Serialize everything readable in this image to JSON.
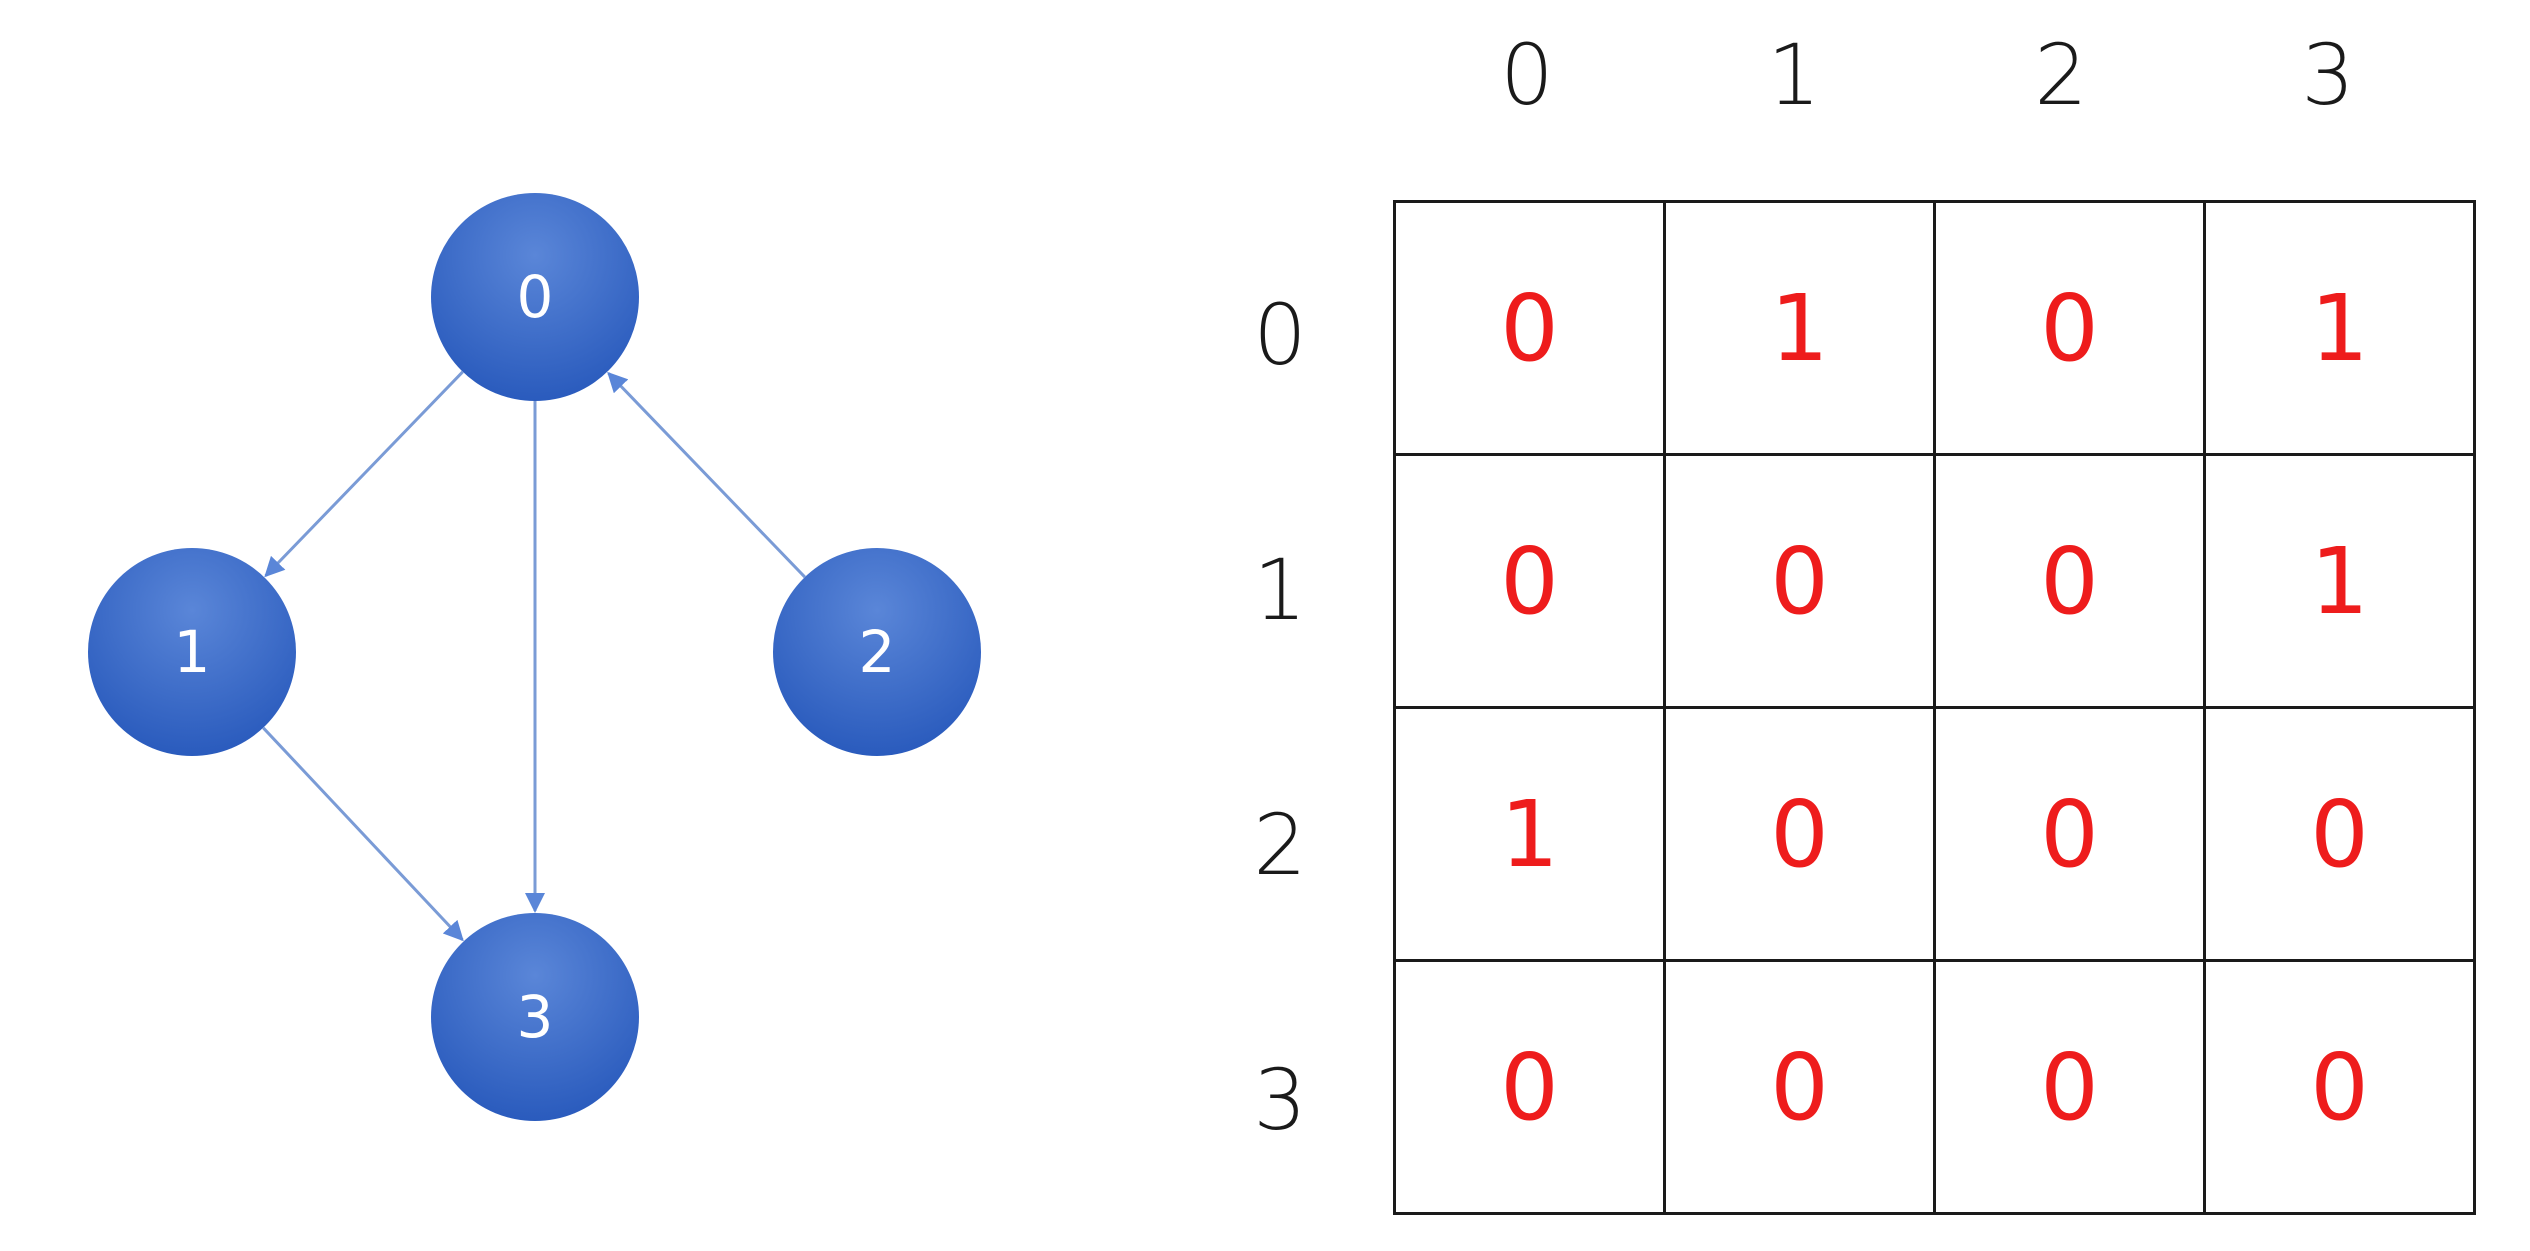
{
  "graph": {
    "node_color": "#3466c6",
    "edge_color": "#7a9bd6",
    "nodes": [
      {
        "id": "0",
        "label": "0"
      },
      {
        "id": "1",
        "label": "1"
      },
      {
        "id": "2",
        "label": "2"
      },
      {
        "id": "3",
        "label": "3"
      }
    ],
    "edges": [
      {
        "from": "0",
        "to": "1"
      },
      {
        "from": "0",
        "to": "3"
      },
      {
        "from": "2",
        "to": "0"
      },
      {
        "from": "1",
        "to": "3"
      }
    ]
  },
  "matrix": {
    "value_color": "#ee1c1c",
    "column_headers": [
      "0",
      "1",
      "2",
      "3"
    ],
    "row_headers": [
      "0",
      "1",
      "2",
      "3"
    ],
    "rows": [
      [
        "0",
        "1",
        "0",
        "1"
      ],
      [
        "0",
        "0",
        "0",
        "1"
      ],
      [
        "1",
        "0",
        "0",
        "0"
      ],
      [
        "0",
        "0",
        "0",
        "0"
      ]
    ]
  }
}
